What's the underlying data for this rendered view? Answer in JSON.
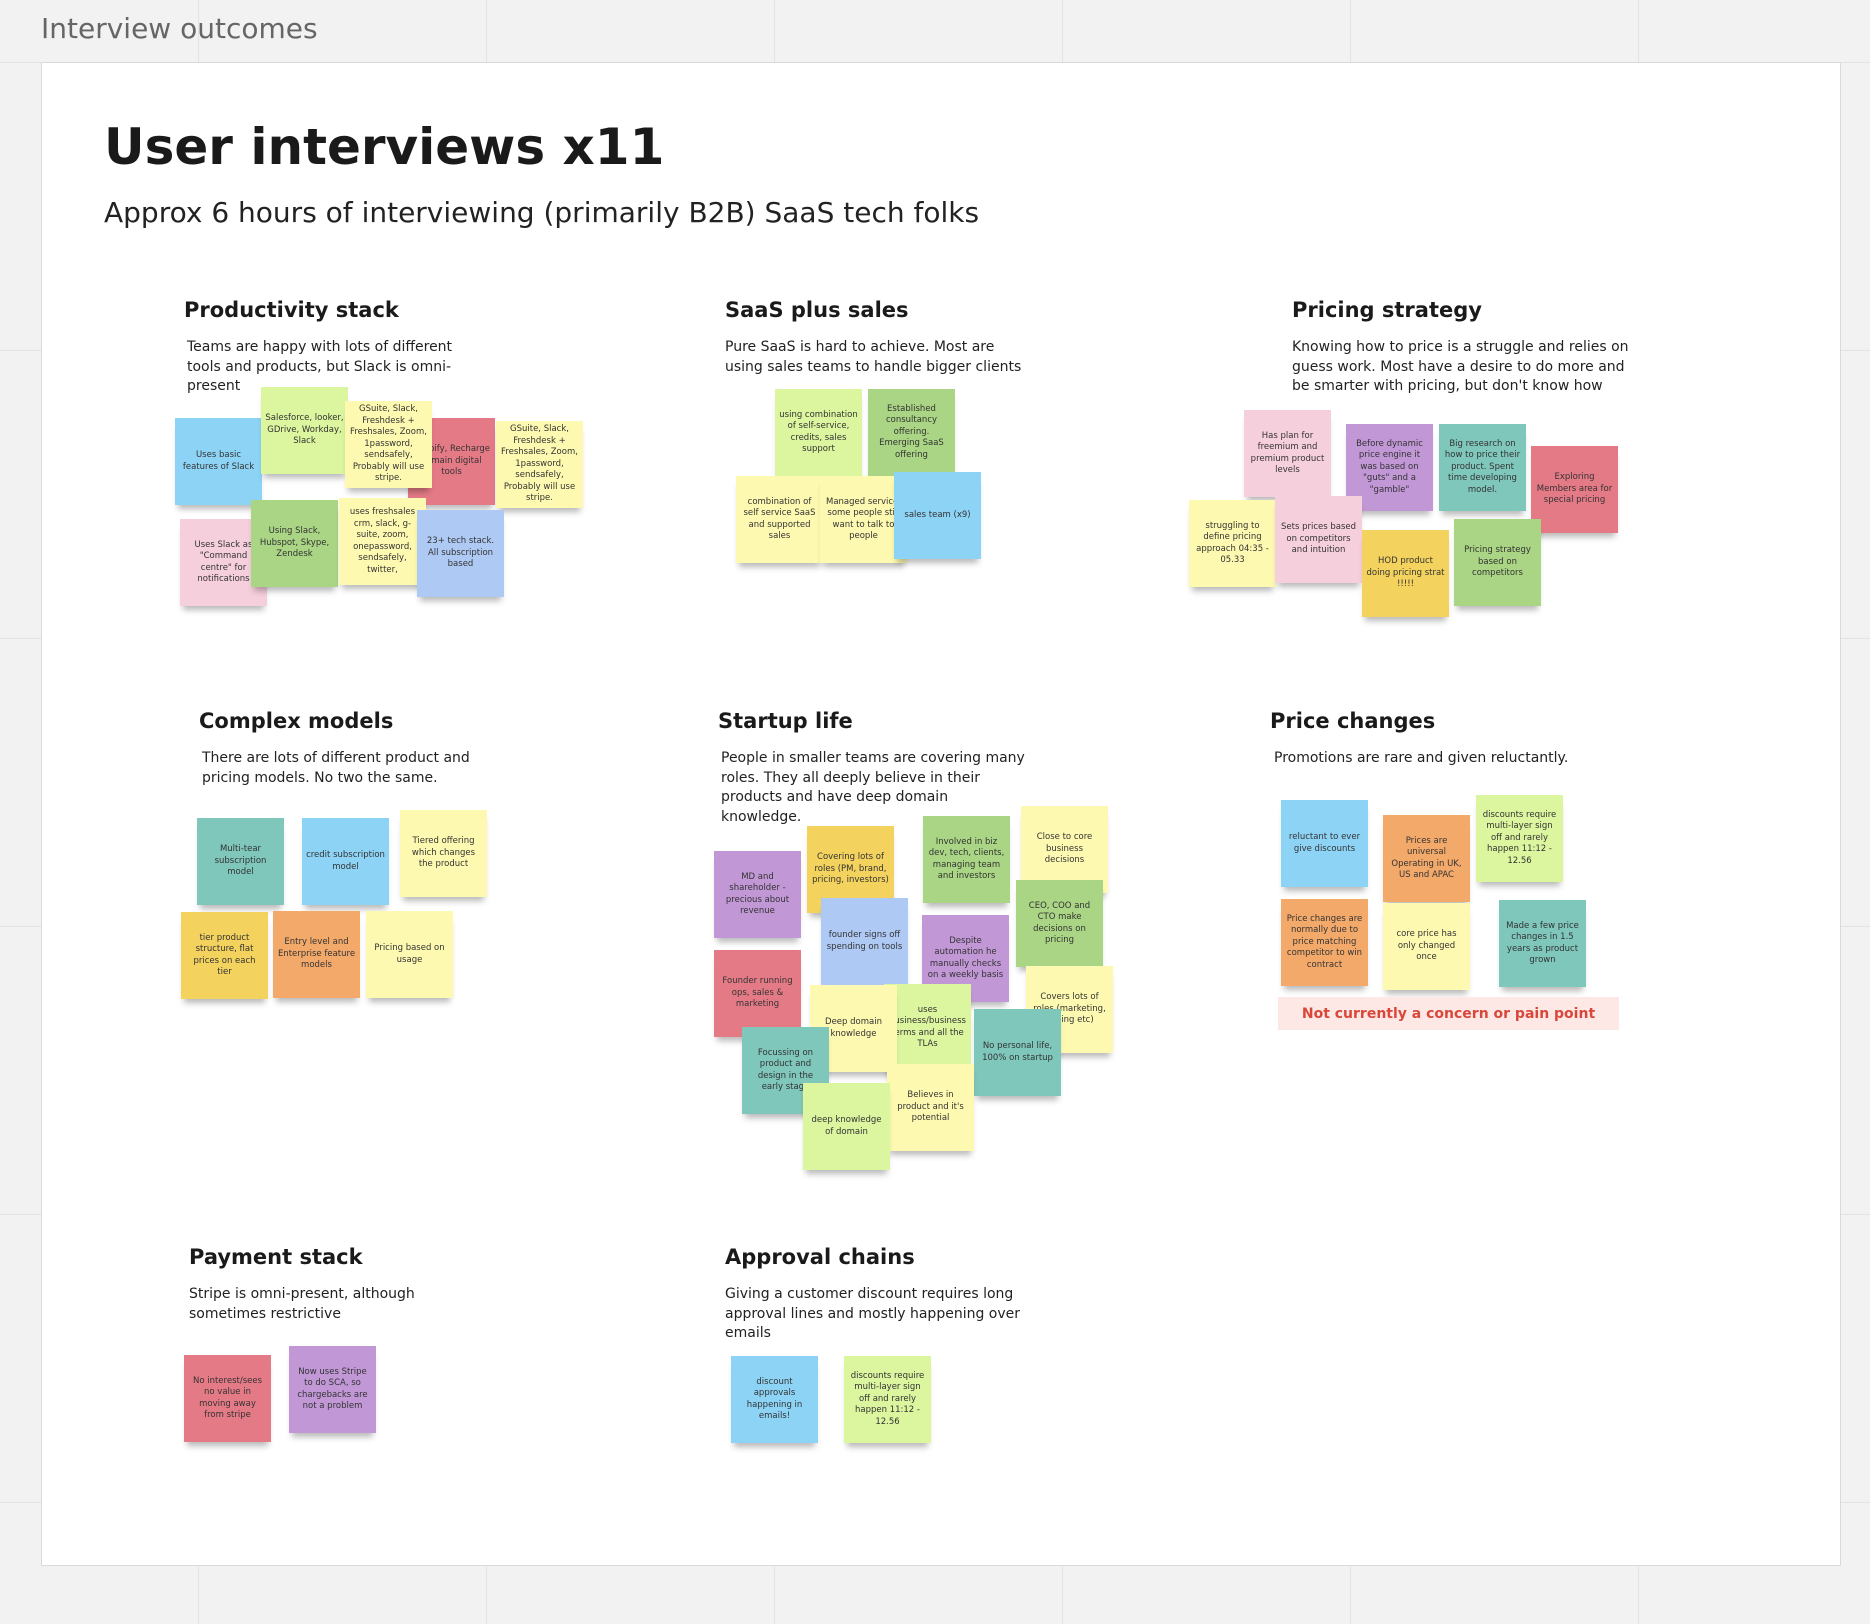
{
  "board": {
    "frame_label": "Interview outcomes",
    "title": "User interviews x11",
    "subtitle": "Approx 6 hours of interviewing (primarily B2B) SaaS tech folks"
  },
  "colors": {
    "blue": "#8dd3f5",
    "lime": "#dcf59f",
    "yellow": "#fef9b0",
    "red": "#e47a86",
    "pink": "#f6cfdc",
    "green": "#a9d584",
    "lightblue": "#aec9f3",
    "purple": "#c197d6",
    "teal": "#7fc6bb",
    "gold": "#f3d25e",
    "orange": "#f3a96a"
  },
  "sections": [
    {
      "heading": "Productivity stack",
      "description": "Teams are happy with lots of different tools and products, but Slack is omni-present",
      "notes": [
        {
          "text": "Uses basic features of Slack",
          "color": "blue"
        },
        {
          "text": "Salesforce, looker, GDrive, Workday, Slack",
          "color": "lime"
        },
        {
          "text": "Shopify, Recharge + main digital tools",
          "color": "red"
        },
        {
          "text": "GSuite, Slack, Freshdesk + Freshsales, Zoom, 1password, sendsafely, Probably will use stripe.",
          "color": "yellow"
        },
        {
          "text": "GSuite, Slack, Freshdesk + Freshsales, Zoom, 1password, sendsafely, Probably will use stripe.",
          "color": "yellow"
        },
        {
          "text": "Uses Slack as \"Command centre\" for notifications",
          "color": "pink"
        },
        {
          "text": "Using Slack, Hubspot, Skype, Zendesk",
          "color": "green"
        },
        {
          "text": "uses freshsales crm, slack, g-suite, zoom, onepassword, sendsafely, twitter,",
          "color": "yellow"
        },
        {
          "text": "23+ tech stack. All subscription based",
          "color": "lightblue"
        }
      ]
    },
    {
      "heading": "SaaS plus sales",
      "description": "Pure SaaS is hard to achieve. Most are using sales teams to handle bigger clients",
      "notes": [
        {
          "text": "using combination of self-service, credits, sales support",
          "color": "lime"
        },
        {
          "text": "Established consultancy offering. Emerging SaaS offering",
          "color": "green"
        },
        {
          "text": "combination of self service SaaS and supported sales",
          "color": "yellow"
        },
        {
          "text": "Managed service, some people still want to talk to people",
          "color": "yellow"
        },
        {
          "text": "sales team (x9)",
          "color": "blue"
        }
      ]
    },
    {
      "heading": "Pricing strategy",
      "description": "Knowing how to price is a struggle and relies on guess work. Most have a desire to do more and be smarter with pricing, but don't know how",
      "notes": [
        {
          "text": "Has plan for freemium and premium product levels",
          "color": "pink"
        },
        {
          "text": "Before dynamic price engine it was based on \"guts\" and a \"gamble\"",
          "color": "purple"
        },
        {
          "text": "Big research on how to price their product. Spent time developing model.",
          "color": "teal"
        },
        {
          "text": "Exploring Members area for special pricing",
          "color": "red"
        },
        {
          "text": "struggling to define pricing approach 04:35 - 05.33",
          "color": "yellow"
        },
        {
          "text": "Sets prices based on competitors and intuition",
          "color": "pink"
        },
        {
          "text": "HOD product doing pricing strat !!!!!",
          "color": "gold"
        },
        {
          "text": "Pricing strategy based on competitors",
          "color": "green"
        }
      ]
    },
    {
      "heading": "Complex models",
      "description": "There are lots of different product and pricing models. No two the same.",
      "notes": [
        {
          "text": "Multi-tear subscription model",
          "color": "teal"
        },
        {
          "text": "credit subscription model",
          "color": "blue"
        },
        {
          "text": "Tiered offering which changes the product",
          "color": "yellow"
        },
        {
          "text": "tier product structure, flat prices on each tier",
          "color": "gold"
        },
        {
          "text": "Entry level and Enterprise feature models",
          "color": "orange"
        },
        {
          "text": "Pricing based on usage",
          "color": "yellow"
        }
      ]
    },
    {
      "heading": "Startup life",
      "description": "People in smaller teams are covering many roles. They all deeply believe in their products and have deep domain knowledge.",
      "notes": [
        {
          "text": "MD and shareholder - precious about revenue",
          "color": "purple"
        },
        {
          "text": "Covering lots of roles (PM, brand, pricing, investors)",
          "color": "gold"
        },
        {
          "text": "Involved in biz dev, tech, clients, managing team and investors",
          "color": "green"
        },
        {
          "text": "Close to core business decisions",
          "color": "yellow"
        },
        {
          "text": "founder signs off spending on tools",
          "color": "lightblue"
        },
        {
          "text": "Despite automation he manually checks on a weekly basis",
          "color": "purple"
        },
        {
          "text": "CEO, COO and CTO make decisions on pricing",
          "color": "green"
        },
        {
          "text": "Founder running ops, sales & marketing",
          "color": "red"
        },
        {
          "text": "uses business/business terms and all the TLAs",
          "color": "lime"
        },
        {
          "text": "Deep domain knowledge",
          "color": "yellow"
        },
        {
          "text": "Covers lots of roles (marketing, pricing etc)",
          "color": "yellow"
        },
        {
          "text": "No personal life, 100% on startup",
          "color": "teal"
        },
        {
          "text": "Focussing on product and design in the early stage",
          "color": "teal"
        },
        {
          "text": "Believes in product and it's potential",
          "color": "yellow"
        },
        {
          "text": "deep knowledge of domain",
          "color": "lime"
        }
      ]
    },
    {
      "heading": "Price changes",
      "description": "Promotions are rare and given reluctantly.",
      "notes": [
        {
          "text": "reluctant to ever give discounts",
          "color": "blue"
        },
        {
          "text": "Prices are universal Operating in UK, US and APAC",
          "color": "orange"
        },
        {
          "text": "discounts require multi-layer sign off and rarely happen 11:12 - 12.56",
          "color": "lime"
        },
        {
          "text": "Price changes are normally due to price matching competitor to win contract",
          "color": "orange"
        },
        {
          "text": "core price has only changed once",
          "color": "yellow"
        },
        {
          "text": "Made a few price changes in 1.5 years as product grown",
          "color": "teal"
        }
      ],
      "tag": "Not currently a concern or pain point"
    },
    {
      "heading": "Payment stack",
      "description": "Stripe is omni-present, although sometimes restrictive",
      "notes": [
        {
          "text": "No interest/sees no value in moving away from stripe",
          "color": "red"
        },
        {
          "text": "Now uses Stripe to do SCA, so chargebacks are not a problem",
          "color": "purple"
        }
      ]
    },
    {
      "heading": "Approval chains",
      "description": "Giving a customer discount requires long approval lines and mostly happening over emails",
      "notes": [
        {
          "text": "discount approvals happening in emails!",
          "color": "blue"
        },
        {
          "text": "discounts require multi-layer sign off and rarely happen 11:12 - 12.56",
          "color": "lime"
        }
      ]
    }
  ]
}
